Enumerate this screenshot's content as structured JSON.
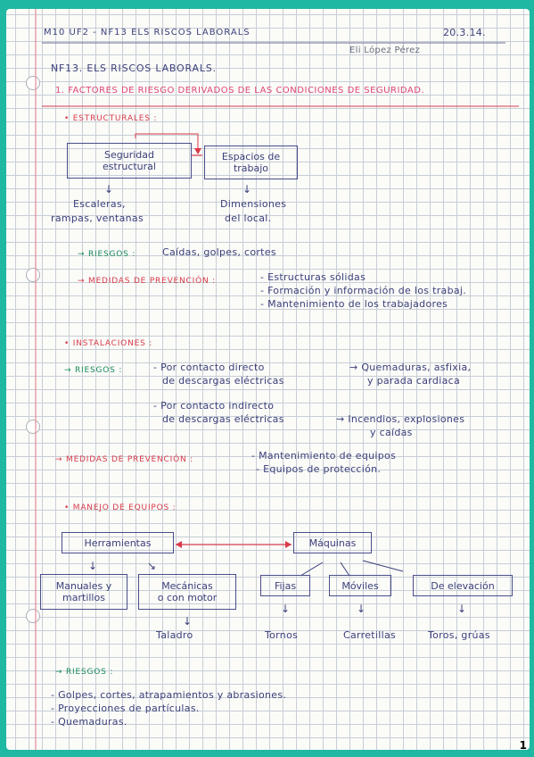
{
  "header": {
    "subject": "M10  UF2 - NF13  ELS RISCOS LABORALS",
    "date": "20.3.14.",
    "author": "Eli López Pérez"
  },
  "title": "NF13. ELS RISCOS LABORALS.",
  "section1": {
    "heading": "1. FACTORES DE RIESGO DERIVADOS DE LAS CONDICIONES DE SEGURIDAD.",
    "estructurales": {
      "label": "• ESTRUCTURALES :",
      "box1": [
        "Seguridad",
        "estructural"
      ],
      "box2": [
        "Espacios de",
        "trabajo"
      ],
      "under1": [
        "Escaleras,",
        "rampas, ventanas"
      ],
      "under2": [
        "Dimensiones",
        "del local."
      ],
      "riesgos_label": "→ RIESGOS :",
      "riesgos_text": "Caídas, golpes, cortes",
      "medidas_label": "→ MEDIDAS DE PREVENCIÓN :",
      "medidas": [
        "- Estructuras sólidas",
        "- Formación y información de los trabaj.",
        "- Mantenimiento de los trabajadores"
      ]
    },
    "instalaciones": {
      "label": "• INSTALACIONES :",
      "riesgos_label": "→ RIESGOS :",
      "directo": [
        "- Por contacto directo",
        "de descargas eléctricas"
      ],
      "directo_result": [
        "→ Quemaduras, asfixia,",
        "y parada cardiaca"
      ],
      "indirecto": [
        "- Por contacto indirecto",
        "de descargas eléctricas"
      ],
      "indirecto_result": [
        "→ Incendios, explosiones",
        "y caídas"
      ],
      "medidas_label": "→ MEDIDAS DE PREVENCIÓN :",
      "medidas": [
        "- Mantenimiento de equipos",
        "- Equipos de protección."
      ]
    },
    "manejo": {
      "label": "• MANEJO DE EQUIPOS :",
      "herramientas": "Herramientas",
      "maquinas": "Máquinas",
      "manuales": [
        "Manuales y",
        "martillos"
      ],
      "mecanicas": [
        "Mecánicas",
        "o con motor"
      ],
      "fijas": "Fijas",
      "moviles": "Móviles",
      "elevacion": "De elevación",
      "ex_taladro": "Taladro",
      "ex_tornos": "Tornos",
      "ex_carretillas": "Carretillas",
      "ex_toros": "Toros, grúas",
      "riesgos_label": "→ RIESGOS :",
      "riesgos": [
        "- Golpes, cortes, atrapamientos y abrasiones.",
        "- Proyecciones de partículas.",
        "- Quemaduras."
      ]
    }
  },
  "page_number": "1"
}
